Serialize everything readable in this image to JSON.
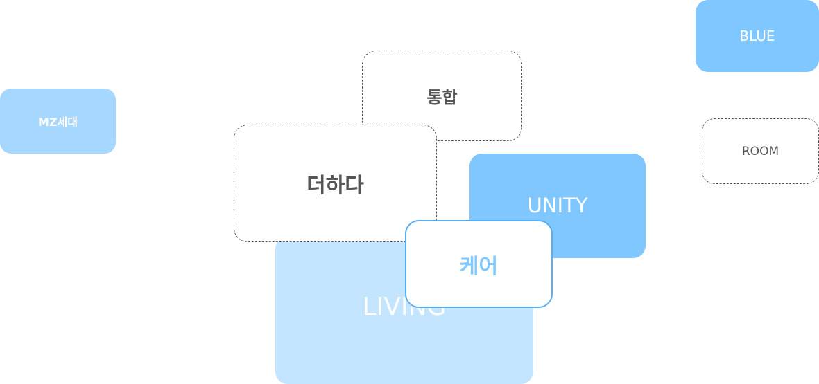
{
  "keywords": {
    "blue": "BLUE",
    "mz": "MZ세대",
    "room": "ROOM",
    "tonghap": "통합",
    "living": "LIVING",
    "deohada": "더하다",
    "unity": "UNITY",
    "care": "케어"
  },
  "colors": {
    "blue_fill": "#80c6ff",
    "light_fill": "#a6d7ff",
    "pale_fill": "#c3e5ff",
    "care_border": "#5aaef0",
    "dashed_text": "#555555"
  }
}
